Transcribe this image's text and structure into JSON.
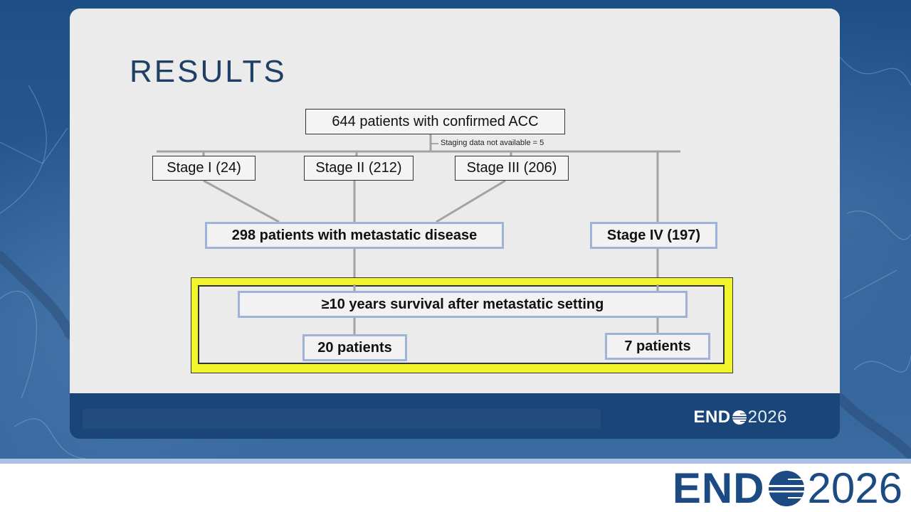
{
  "slide": {
    "title": "RESULTS"
  },
  "diagram": {
    "top": "644 patients with confirmed ACC",
    "note": "Staging data not available = 5",
    "stage1": "Stage I (24)",
    "stage2": "Stage II (212)",
    "stage3": "Stage III (206)",
    "stage4": "Stage IV (197)",
    "metastatic": "298 patients with metastatic disease",
    "survival": "≥10 years survival after metastatic setting",
    "left_result": "20 patients",
    "right_result": "7 patients"
  },
  "branding": {
    "logo_word": "END",
    "logo_year": "2026"
  },
  "colors": {
    "background_blue": "#1b4a7e",
    "highlight_yellow": "#f2f52a",
    "box_border_blue": "#9fb3d6",
    "logo_blue": "#1c4a83"
  },
  "icons": [
    "globe-icon"
  ]
}
